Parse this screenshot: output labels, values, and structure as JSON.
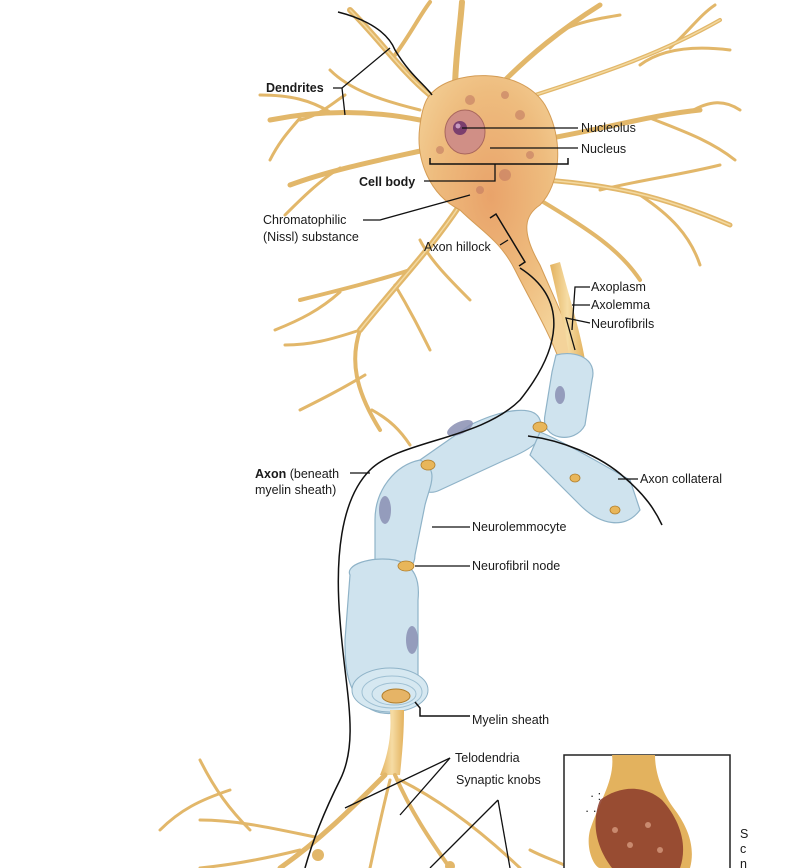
{
  "labels": {
    "dendrites": "Dendrites",
    "nucleolus": "Nucleolus",
    "nucleus": "Nucleus",
    "cell_body": "Cell body",
    "chromatophilic_1": "Chromatophilic",
    "chromatophilic_2": "(Nissl) substance",
    "axon_hillock": "Axon hillock",
    "axoplasm": "Axoplasm",
    "axolemma": "Axolemma",
    "neurofibrils": "Neurofibrils",
    "axon_bold": "Axon",
    "axon_rest": " (beneath",
    "axon_line2": "myelin sheath)",
    "axon_collateral": "Axon collateral",
    "neurolemmocyte": "Neurolemmocyte",
    "neurofibril_node": "Neurofibril node",
    "myelin_sheath": "Myelin sheath",
    "telodendria": "Telodendria",
    "synaptic_knobs": "Synaptic knobs",
    "cut_off_1": "S",
    "cut_off_2": "c",
    "cut_off_3": "n"
  },
  "colors": {
    "cytoplasm": "#f2c98a",
    "dendrite": "#e2b76a",
    "myelin": "#cfe3ee",
    "neurolemmocyte_nucleus": "#8a8fb3",
    "nucleolus": "#7b3f6e",
    "synaptic_vesicles": "#8b3a2a"
  }
}
